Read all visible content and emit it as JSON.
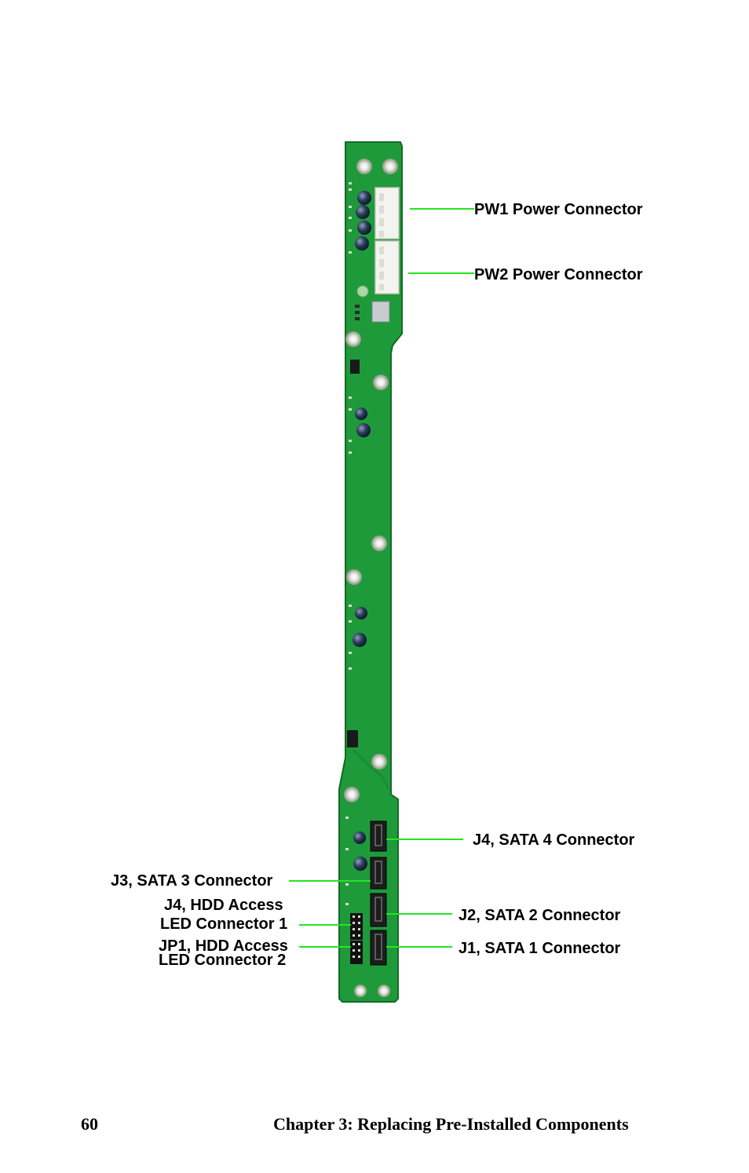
{
  "figure": {
    "labels": {
      "pw1": "PW1 Power Connector",
      "pw2": "PW2 Power Connector",
      "j4_sata4": "J4, SATA 4 Connector",
      "j3_sata3": "J3, SATA 3 Connector",
      "j4_hdd_line1": "J4, HDD Access",
      "j4_hdd_line2": "LED Connector 1",
      "j2_sata2": "J2, SATA 2 Connector",
      "jp1_hdd_line1": "JP1, HDD Access",
      "jp1_hdd_line2": "LED Connector 2",
      "j1_sata1": "J1, SATA 1 Connector"
    },
    "colors": {
      "board": "#1f9a3a",
      "board_dark": "#15762b",
      "leader": "#22e622"
    }
  },
  "footer": {
    "page_number": "60",
    "chapter_title": "Chapter 3: Replacing Pre-Installed Components"
  }
}
